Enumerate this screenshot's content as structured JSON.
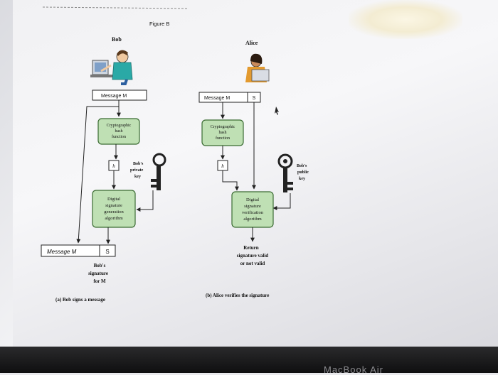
{
  "figure_title": "Figure B",
  "left": {
    "person": "Bob",
    "message_box": "Message M",
    "hash_box": [
      "Cryptographic",
      "hash",
      "function"
    ],
    "hash_value": "h",
    "key_label": [
      "Bob's",
      "private",
      "key"
    ],
    "algo_box": [
      "Digital",
      "signature",
      "generation",
      "algorithm"
    ],
    "output_message": "Message M",
    "output_signature": "S",
    "signature_caption": [
      "Bob's",
      "signature",
      "for M"
    ],
    "caption": "(a) Bob signs a message"
  },
  "right": {
    "person": "Alice",
    "message_box": "Message M",
    "signature_box": "S",
    "hash_box": [
      "Cryptographic",
      "hash",
      "function"
    ],
    "hash_value": "h",
    "key_label": [
      "Bob's",
      "public",
      "key"
    ],
    "algo_box": [
      "Digital",
      "signature",
      "verification",
      "algorithm"
    ],
    "result": [
      "Return",
      "signature valid",
      "or not valid"
    ],
    "caption": "(b) Alice verifies the signature"
  },
  "brand": "MacBook Air",
  "colors": {
    "green_box": "#bfe0b4",
    "green_border": "#3a6b32",
    "line": "#222222"
  }
}
